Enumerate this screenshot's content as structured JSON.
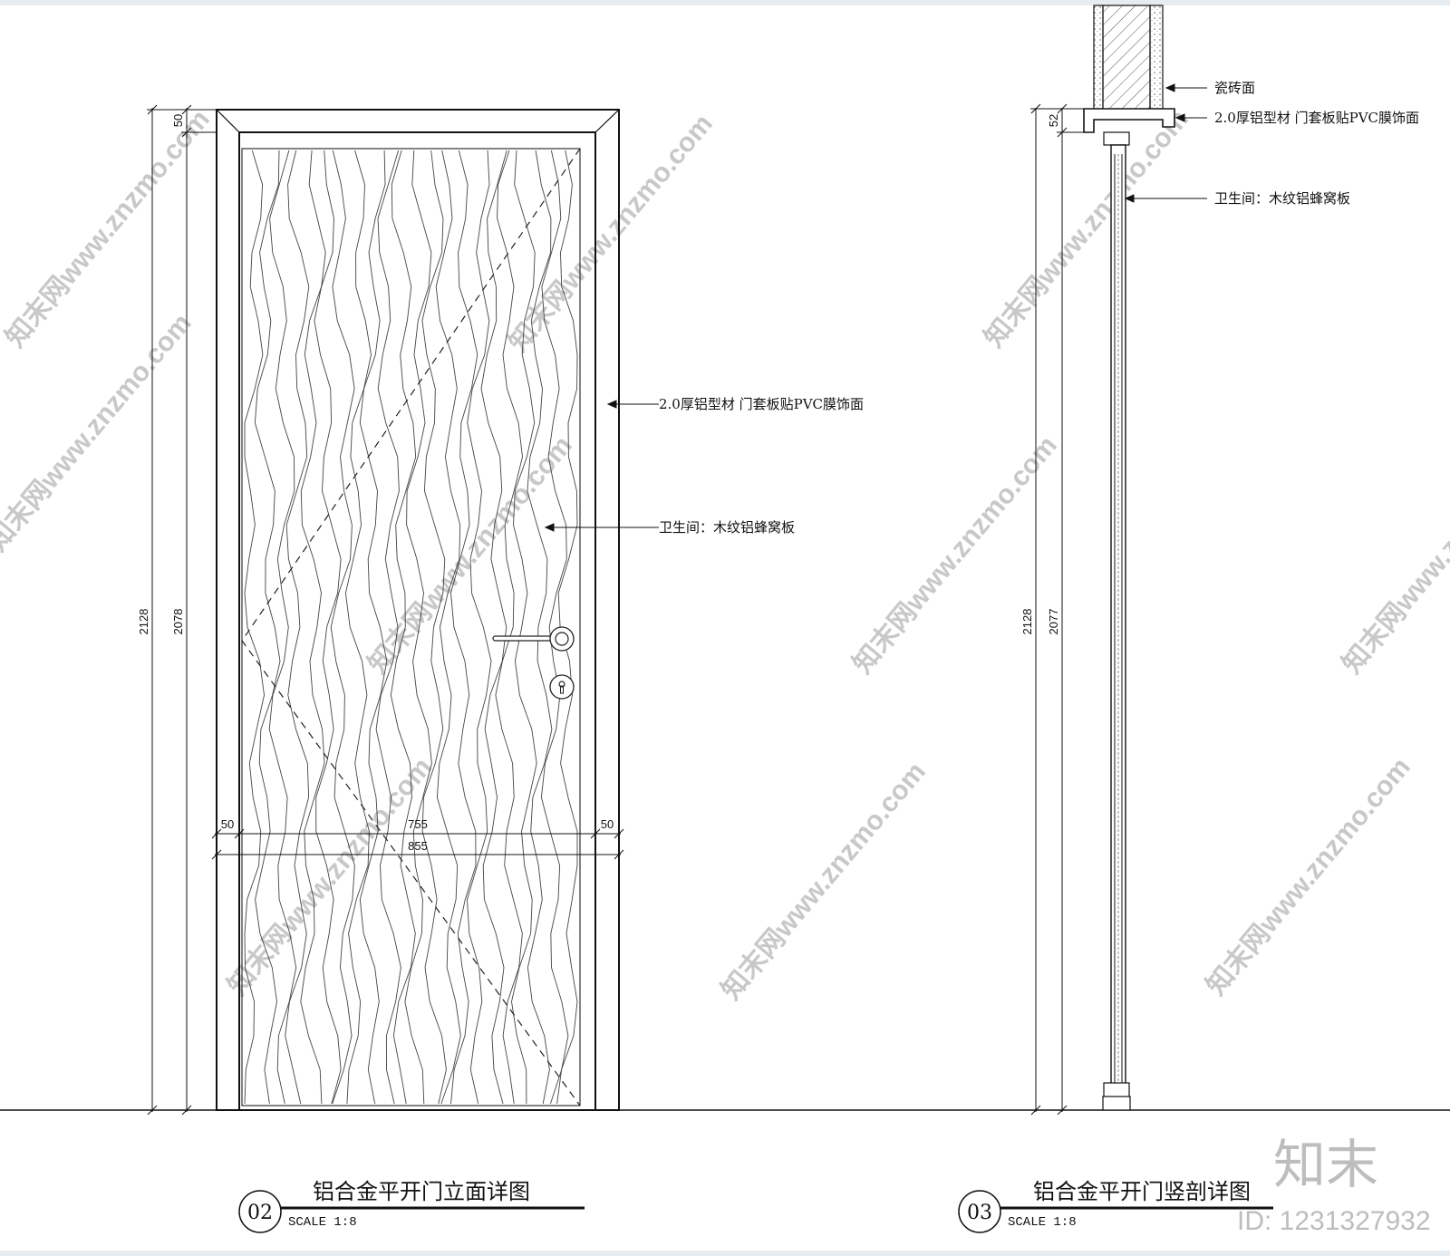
{
  "elevation": {
    "annotations": {
      "frame_material": "2.0厚铝型材 门套板贴PVC膜饰面",
      "panel_material": "卫生间：木纹铝蜂窝板"
    },
    "dims": {
      "total_height": "2128",
      "leaf_height": "2078",
      "top_frame": "50",
      "left_frame": "50",
      "leaf_width": "755",
      "right_frame": "50",
      "total_width": "855"
    },
    "title": "铝合金平开门立面详图",
    "number": "02",
    "scale": "SCALE 1:8"
  },
  "section": {
    "annotations": {
      "tile": "瓷砖面",
      "frame_material": "2.0厚铝型材 门套板贴PVC膜饰面",
      "panel_material": "卫生间：木纹铝蜂窝板"
    },
    "dims": {
      "total_height": "2128",
      "leaf_height": "2077",
      "top_frame": "52"
    },
    "title": "铝合金平开门竖剖详图",
    "number": "03",
    "scale": "SCALE 1:8"
  },
  "watermark": {
    "text": "知末网www.znzmo.com",
    "brand": "知末",
    "id": "ID: 1231327932"
  }
}
